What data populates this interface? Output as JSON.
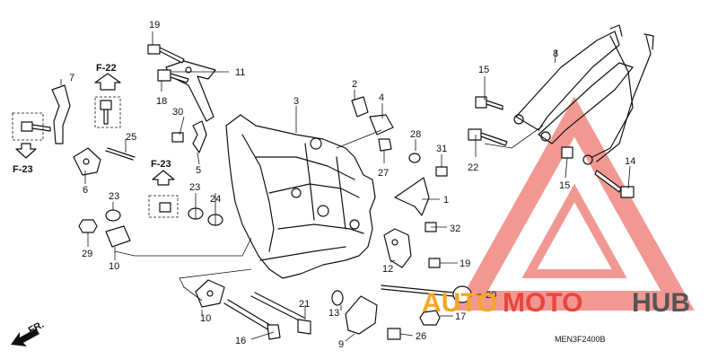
{
  "diagram_code": "MEN3F2400B",
  "direction_label": "FR.",
  "references": {
    "f22": "F-22",
    "f23_left": "F-23",
    "f23_mid": "F-23"
  },
  "callouts": {
    "c1": "1",
    "c2": "2",
    "c3": "3",
    "c4": "4",
    "c5": "5",
    "c6": "6",
    "c7": "7",
    "c8": "8",
    "c9": "9",
    "c10a": "10",
    "c10b": "10",
    "c11": "11",
    "c12": "12",
    "c13": "13",
    "c14": "14",
    "c15a": "15",
    "c15b": "15",
    "c16": "16",
    "c17": "17",
    "c18": "18",
    "c19a": "19",
    "c19b": "19",
    "c20": "20",
    "c21": "21",
    "c22": "22",
    "c23a": "23",
    "c23b": "23",
    "c24": "24",
    "c25": "25",
    "c26": "26",
    "c27": "27",
    "c28": "28",
    "c29": "29",
    "c30": "30",
    "c31": "31",
    "c32": "32"
  },
  "watermark": {
    "part1": "AUTO",
    "part2": "MOTO",
    "part3": "HUB",
    "color_orange": "#f5a623",
    "color_red": "#e8453c",
    "color_gray": "#555555"
  }
}
